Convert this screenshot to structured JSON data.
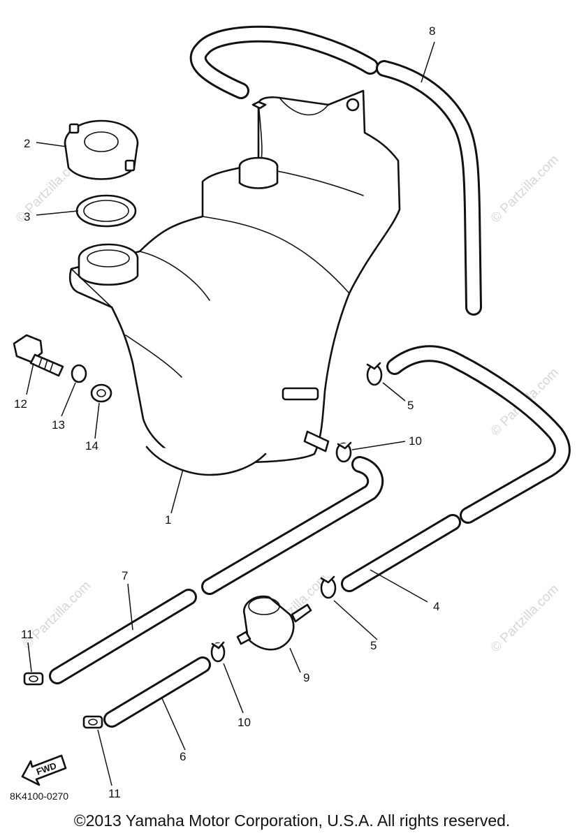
{
  "diagram": {
    "part_code": "8K4100-0270",
    "fwd_label": "FWD",
    "watermark": "© Partzilla.com",
    "callouts": {
      "c1": "1",
      "c2": "2",
      "c3": "3",
      "c4": "4",
      "c5a": "5",
      "c5b": "5",
      "c6": "6",
      "c7": "7",
      "c8": "8",
      "c9": "9",
      "c10a": "10",
      "c10b": "10",
      "c11a": "11",
      "c11b": "11",
      "c12": "12",
      "c13": "13",
      "c14": "14"
    }
  },
  "footer": {
    "copyright": "©2013 Yamaha Motor Corporation, U.S.A. All rights reserved."
  }
}
